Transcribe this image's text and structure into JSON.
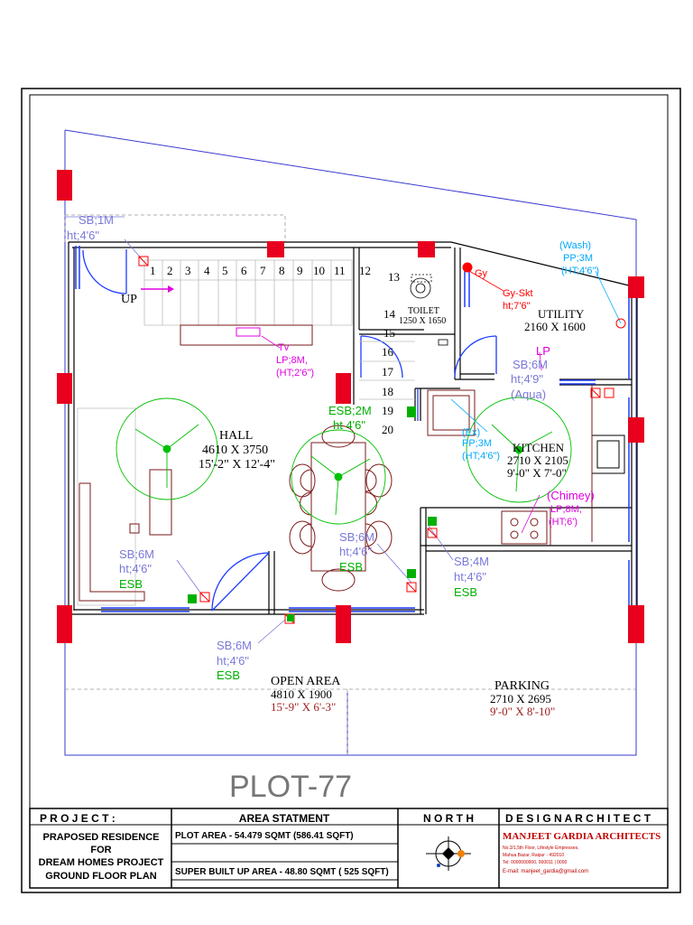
{
  "plot_title": "PLOT-77",
  "rooms": {
    "hall": {
      "name": "HALL",
      "mm": "4610 X 3750",
      "ft": "15'-2\" X 12'-4\""
    },
    "kitchen": {
      "name": "KITCHEN",
      "mm": "2710 X 2105",
      "ft": "9'-0\" X 7'-0\""
    },
    "utility": {
      "name": "UTILITY",
      "mm": "2160 X 1600"
    },
    "toilet": {
      "name": "TOILET",
      "mm": "1250 X 1650"
    },
    "open_area": {
      "name": "OPEN AREA",
      "mm": "4810 X 1900",
      "ft": "15'-9\" X 6'-3\""
    },
    "parking": {
      "name": "PARKING",
      "mm": "2710 X 2695",
      "ft": "9'-0\" X 8'-10\""
    }
  },
  "stairs": {
    "steps": [
      "1",
      "2",
      "3",
      "4",
      "5",
      "6",
      "7",
      "8",
      "9",
      "10",
      "11",
      "12",
      "13",
      "14",
      "15",
      "16",
      "17",
      "18",
      "19",
      "20"
    ],
    "up_label": "UP"
  },
  "annotations": {
    "sb1_a": "SB;1M",
    "sb1_b": "ht;4'6\"",
    "wash_a": "(Wash)",
    "wash_b": "PP;3M",
    "wash_c": "(HT;4'6\")",
    "gy": "Gy",
    "gyskt_a": "Gy-Skt",
    "gyskt_b": "ht;7'6\"",
    "tv": "Tv",
    "tv_lp": "LP;8M,",
    "tv_ht": "(HT;2'6\")",
    "lp": "LP",
    "sb6_aqua_a": "SB;6M",
    "sb6_aqua_b": "ht;4'9\"",
    "aqua": "(Aqua)",
    "esb2_a": "ESB;2M",
    "esb2_b": "ht 4'6\"",
    "ex_a": "(Ex)",
    "ex_b": "PP;3M",
    "ex_c": "(HT;4'6\")",
    "chimey_a": "(Chimey)",
    "chimey_b": "LP;8M,",
    "chimey_c": "(HT;6')",
    "sb6_hall_a": "SB;6M",
    "sb6_hall_b": "ht;4'6\"",
    "esb": "ESB",
    "sb6_dining_a": "SB;6M",
    "sb6_dining_b": "ht;4'6\"",
    "sb4_a": "SB;4M",
    "sb4_b": "ht;4'6\"",
    "sb6_open_a": "SB;6M",
    "sb6_open_b": "ht;4'6\""
  },
  "title_block": {
    "project_heading": "P R O J E C T :",
    "project_lines": [
      "PRAPOSED RESIDENCE",
      "FOR",
      "DREAM HOMES PROJECT",
      "GROUND FLOOR PLAN"
    ],
    "area_heading": "AREA STATMENT",
    "plot_area": "PLOT AREA -   54.479 SQMT  (586.41 SQFT)",
    "built_up_area": "SUPER BUILT UP AREA -   48.80 SQMT ( 525 SQFT)",
    "north_heading": "N O R T H",
    "architect_heading": "D E S I G N   A R C H I T E C T",
    "architect_name": "MANJEET GARDIA ARCHITECTS",
    "architect_lines": [
      "No.3/1,5th Floor, Lifestyle Empresses,",
      "Mahua Bazar, Raipur - 492010",
      "Tel: 0000000000, 000011 | 0000",
      "E-mail: manjeet_gardia@gmail.com"
    ]
  },
  "colors": {
    "wall": "#000000",
    "column": "#e8001e",
    "plot_line": "#3a3ad0",
    "window": "#1e3cff",
    "electrical_blue": "#7a78d8",
    "electrical_green": "#00b000",
    "electrical_magenta": "#e000e0",
    "electrical_red": "#ff0000",
    "fan": "#00c000",
    "furniture": "#7a1a1a",
    "dimension_red": "#a02020",
    "cyan": "#00a8ff"
  }
}
